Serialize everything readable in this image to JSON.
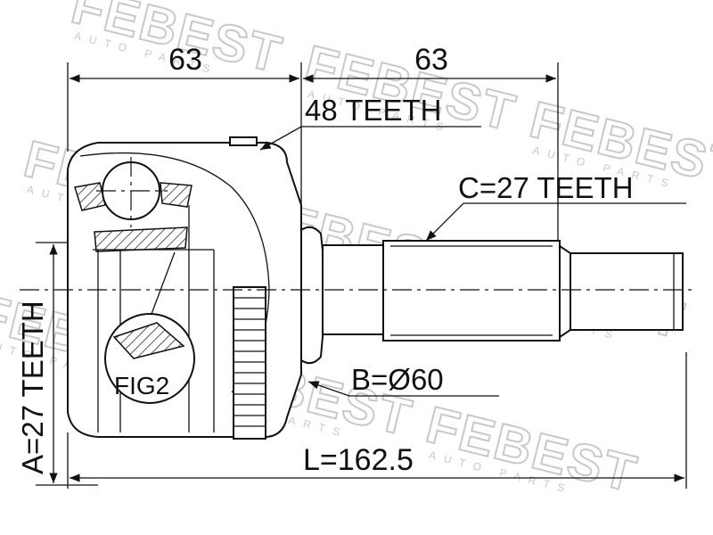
{
  "watermark": {
    "brand": "FEBEST",
    "sub": "AUTO PARTS"
  },
  "dimensions": {
    "left_width": "63",
    "right_width": "63",
    "total_length": "L=162.5",
    "outer_teeth": "A=27 TEETH",
    "abs_teeth": "48 TEETH",
    "spline_teeth": "C=27 TEETH",
    "seal_diameter": "B=Ø60"
  },
  "figure_label": "FIG2",
  "colors": {
    "line": "#111111",
    "watermark": "#c9c9c9",
    "background": "#ffffff"
  }
}
